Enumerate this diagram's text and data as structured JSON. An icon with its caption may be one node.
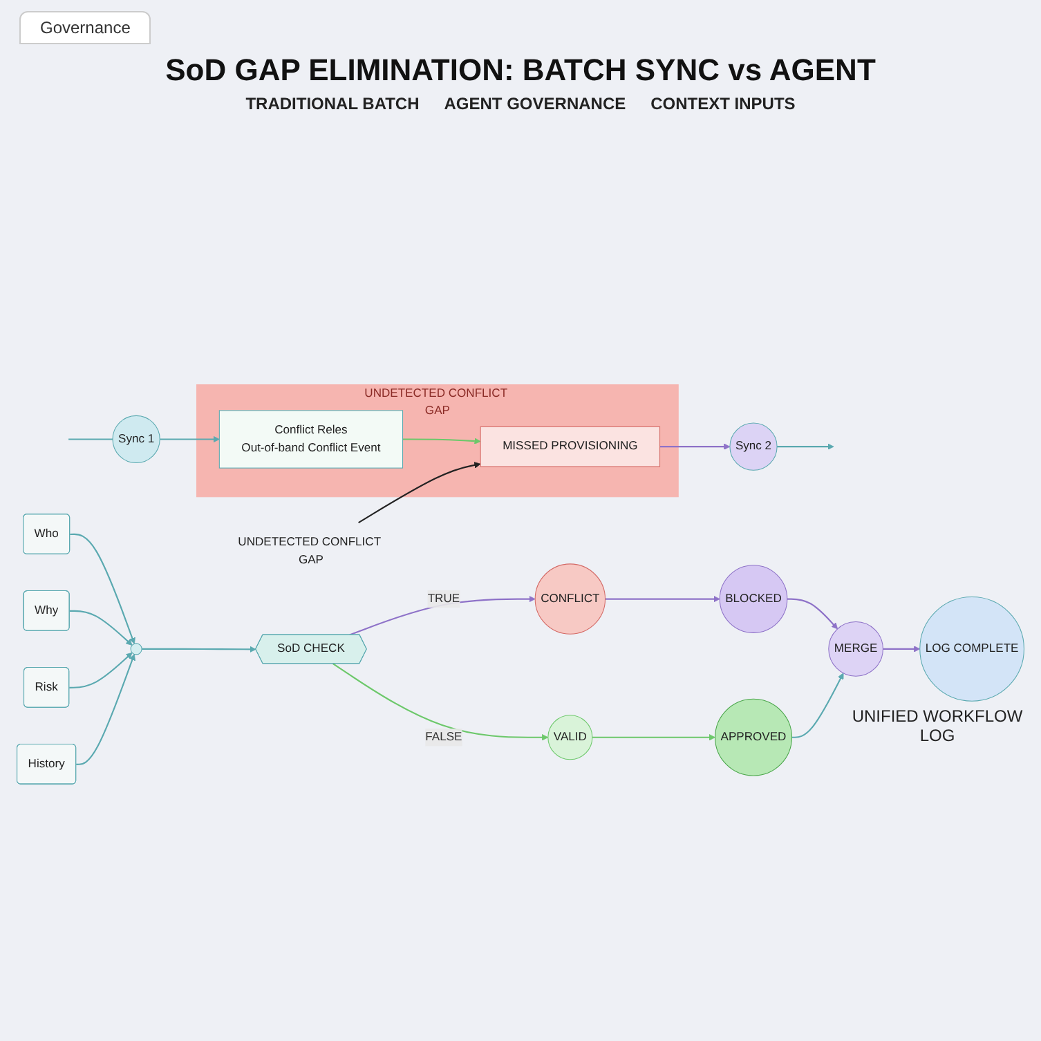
{
  "diagram": {
    "title": "SoD GAP ELIMINATION: BATCH SYNC vs AGENT",
    "nodes": [
      {
        "text": [
          "Sync 1"
        ]
      },
      {
        "text": [
          "UNDETECTED CONFLICT GAP"
        ]
      },
      {
        "text": [
          "Conflict Reles",
          "Out-of-band Conflict Event"
        ],
        "in": 1
      },
      {
        "text": [
          "MISSED PROVISIONING"
        ],
        "in": 1
      },
      {
        "text": [
          "Sync 2"
        ]
      },
      {
        "text": [
          "Who"
        ]
      },
      {
        "text": [
          "Why"
        ]
      },
      {
        "text": [
          "Risk"
        ]
      },
      {
        "text": [
          "History"
        ]
      },
      {
        "text": [],
        "shape": "circle"
      },
      {
        "text": [
          "SoD CHECK"
        ]
      },
      {
        "text": [
          "CONFLICT"
        ]
      },
      {
        "text": [
          "BLOCKED"
        ]
      },
      {
        "text": [
          "VALID"
        ]
      },
      {
        "text": [
          "APPROVED"
        ]
      },
      {
        "text": [
          "MERGE"
        ]
      },
      {
        "text": [
          "LOG COMPLETE"
        ],
        "beside": [
          "UNIFIED WORKFLOW LOG"
        ]
      },
      {
        "text": [
          "UNDETECTED CONFLICT GAP"
        ]
      }
    ],
    "edges": [
      {
        "from": null,
        "to": 0,
        "arrow": "none"
      },
      {
        "from": 0,
        "to": 2,
        "arrow": "to"
      },
      {
        "from": 2,
        "to": 3,
        "arrow": "to",
        "color": "#6cc86a"
      },
      {
        "from": 3,
        "to": 4,
        "arrow": "to",
        "color": "#8e72c8"
      },
      {
        "from": 4,
        "to": null,
        "arrow": "to"
      },
      {
        "from": 5,
        "to": 9,
        "arrow": "to"
      },
      {
        "from": 6,
        "to": 9,
        "arrow": "to"
      },
      {
        "from": 7,
        "to": 9,
        "arrow": "to"
      },
      {
        "from": 8,
        "to": 9,
        "arrow": "to"
      },
      {
        "from": 9,
        "to": 10,
        "arrow": "to"
      },
      {
        "from": 10,
        "to": 11,
        "label": "TRUE",
        "arrow": "to",
        "color": "#8e72c8"
      },
      {
        "from": 10,
        "to": 13,
        "label": "FALSE",
        "arrow": "to",
        "color": "#6cc86a"
      },
      {
        "from": 11,
        "to": 12,
        "arrow": "to",
        "color": "#8e72c8"
      },
      {
        "from": 13,
        "to": 14,
        "arrow": "to",
        "color": "#6cc86a"
      },
      {
        "from": 12,
        "to": 15,
        "arrow": "to",
        "color": "#8e72c8"
      },
      {
        "from": 14,
        "to": 15,
        "arrow": "to"
      },
      {
        "from": 15,
        "to": 16,
        "arrow": "to",
        "color": "#8e72c8"
      },
      {
        "from": 17,
        "to": 3,
        "arrow": "to",
        "color": "#222222"
      }
    ],
    "labels": [
      "Governance",
      "TRADITIONAL BATCH",
      "AGENT GOVERNANCE",
      "CONTEXT INPUTS"
    ]
  }
}
